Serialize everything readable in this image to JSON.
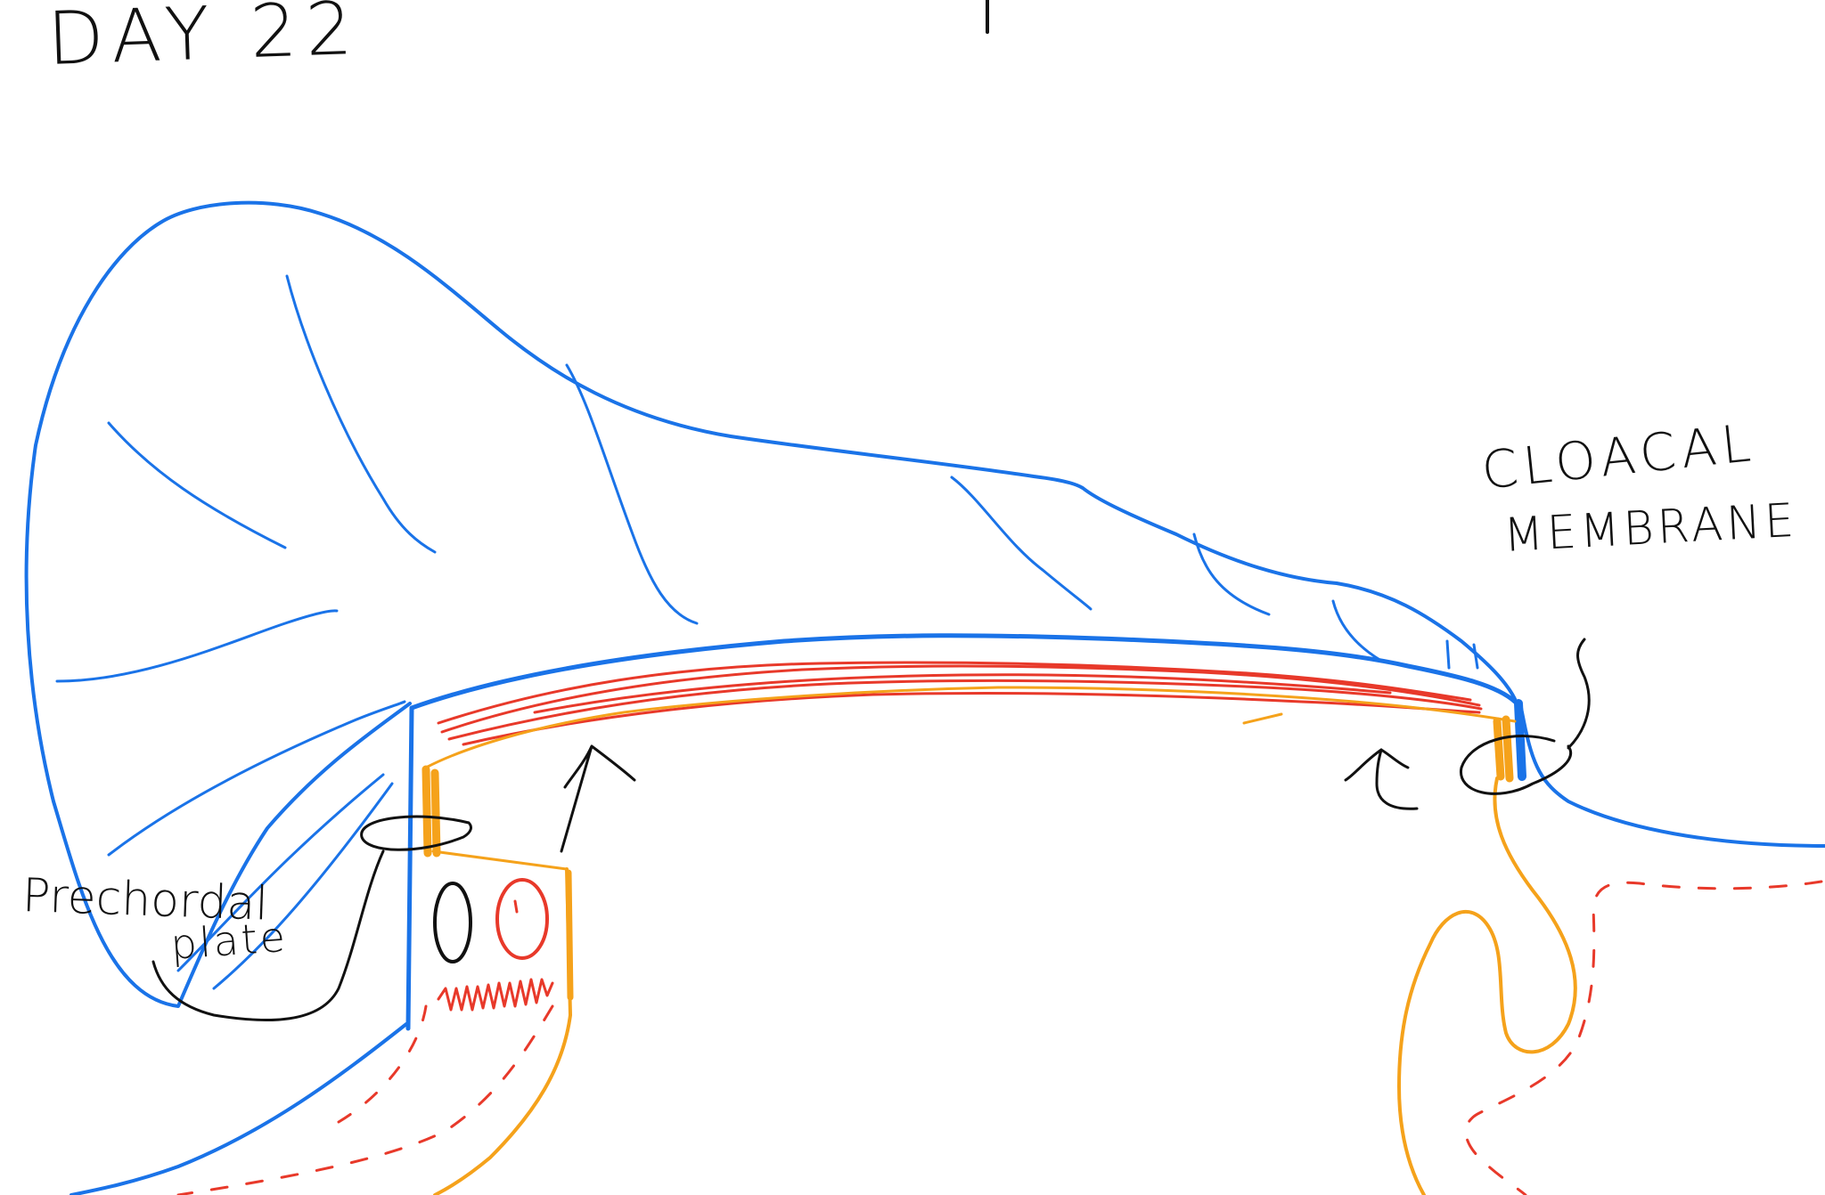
{
  "title": "DAY 22",
  "labels": {
    "cloacal_line1": "CLOACAL",
    "cloacal_line2": "MEMBRANE",
    "prechordal_line1": "Prechordal",
    "prechordal_line2": "plate"
  },
  "colors": {
    "ectoderm_outline": "#1a73e8",
    "endoderm_outline": "#f5a21b",
    "mesoderm_fill": "#e8392a",
    "ink": "#111111",
    "background": "#ffffff"
  }
}
